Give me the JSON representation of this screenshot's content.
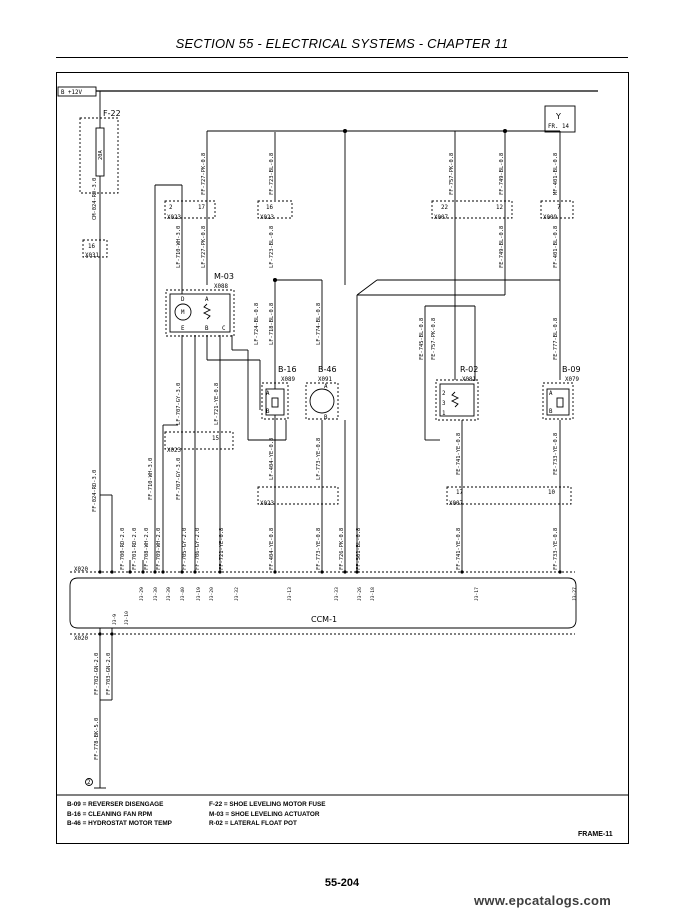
{
  "header": {
    "title": "SECTION 55 - ELECTRICAL SYSTEMS - CHAPTER 11"
  },
  "power": {
    "supply": "B +12V"
  },
  "ref_box": {
    "letter": "Y",
    "ref": "FR. 14"
  },
  "fuse": {
    "label": "F-22",
    "rating": "20A",
    "connector": "X031",
    "pin": "16"
  },
  "components": {
    "m03": {
      "label": "M-03",
      "connector": "X088",
      "pins": [
        "D",
        "A",
        "E",
        "B",
        "C"
      ]
    },
    "b16": {
      "label": "B-16",
      "connector": "X089",
      "pins": [
        "A",
        "B"
      ]
    },
    "b46": {
      "label": "B-46",
      "connector": "X091",
      "pins": [
        "A",
        "B"
      ]
    },
    "r02": {
      "label": "R-02",
      "connector": "X081",
      "pins": [
        "2",
        "3",
        "1"
      ]
    },
    "b09": {
      "label": "B-09",
      "connector": "X079",
      "pins": [
        "A",
        "B"
      ]
    }
  },
  "ccm": {
    "label": "CCM-1",
    "upper_connector": "X020",
    "lower_connector": "X020"
  },
  "wires_vertical": [
    "CM-024-RD-3.0",
    "FF-024-RD-3.0",
    "FF-700-RD-2.0",
    "FF-701-RD-2.0",
    "FF-708-WH-2.0",
    "FF-709-WH-2.0",
    "LF-710-WH-3.0",
    "FF-710-WH-3.0",
    "LF-727-PK-0.8",
    "FF-727-PK-0.8",
    "LF-707-GY-3.0",
    "FF-707-GY-3.0",
    "FF-705-GY-2.0",
    "FF-706-GY-2.0",
    "LF-721-YE-0.8",
    "FF-721-YE-0.8",
    "LF-724-BL-0.8",
    "LF-718-BL-0.8",
    "FF-723-BL-0.8",
    "LF-723-BL-0.8",
    "LF-404-YE-0.8",
    "FF-404-YE-0.8",
    "LF-774-BL-0.8",
    "LF-773-YE-0.8",
    "FF-773-YE-0.8",
    "FF-726-PK-0.8",
    "FF-501-BL-0.8",
    "FF-757-PK-0.8",
    "FE-757-PK-0.8",
    "FE-745-BL-0.8",
    "FF-749-BL-0.8",
    "FE-749-BL-0.8",
    "FE-741-YE-0.8",
    "FF-741-YE-0.8",
    "MF-401-BL-0.8",
    "FF-401-BL-0.8",
    "FE-777-BL-0.8",
    "FE-733-YE-0.8",
    "FF-733-YE-0.8",
    "FF-702-GN-2.0",
    "FF-703-GN-2.0",
    "FF-778-BK-5.0"
  ],
  "connectors": [
    {
      "id": "X023",
      "pins": [
        "2",
        "17"
      ]
    },
    {
      "id": "X023",
      "pins": [
        "16"
      ]
    },
    {
      "id": "X007",
      "pins": [
        "22",
        "12"
      ]
    },
    {
      "id": "X009",
      "pins": [
        "7"
      ]
    },
    {
      "id": "X023",
      "pins": [
        "15"
      ]
    },
    {
      "id": "X023",
      "pins": []
    },
    {
      "id": "X007",
      "pins": [
        "17",
        "10"
      ]
    }
  ],
  "ccm_pins_top": [
    "J3-29",
    "J3-30",
    "J3-39",
    "J3-40",
    "J3-19",
    "J3-20",
    "J3-32",
    "J3-13",
    "J3-33",
    "J3-26",
    "J3-18",
    "J3-17",
    "J3-27"
  ],
  "ccm_pins_bottom": [
    "J3-9",
    "J3-10"
  ],
  "ground_ref": "2",
  "legend": {
    "col1": [
      "B-09 = REVERSER DISENGAGE",
      "B-16 = CLEANING FAN RPM",
      "B-46 = HYDROSTAT MOTOR TEMP"
    ],
    "col2": [
      "F-22 = SHOE LEVELING MOTOR FUSE",
      "M-03 = SHOE LEVELING ACTUATOR",
      "R-02 = LATERAL FLOAT POT"
    ]
  },
  "frame_label": "FRAME-11",
  "page_number": "55-204",
  "watermark": "www.epcatalogs.com"
}
